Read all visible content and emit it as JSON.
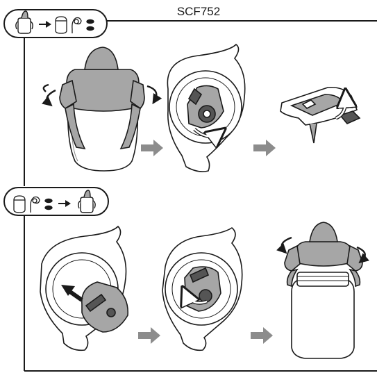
{
  "document": {
    "model_code": "SCF752",
    "sections": [
      {
        "name": "disassembly",
        "badge_icons": [
          "assembled-cup-icon",
          "arrow-right-icon",
          "disassembled-parts-icon"
        ],
        "steps": [
          "twist-off-spout",
          "unlock-valve-from-handle",
          "lift-off-valve"
        ]
      },
      {
        "name": "assembly",
        "badge_icons": [
          "disassembled-parts-icon",
          "arrow-right-icon",
          "assembled-cup-icon"
        ],
        "steps": [
          "insert-valve-into-handle",
          "lock-valve-in-handle",
          "twist-on-spout"
        ]
      }
    ]
  },
  "colors": {
    "ink": "#1a1a1a",
    "part_gray": "#a6a6a6",
    "dark_gray": "#555555",
    "arrow_gray": "#8c8c8c",
    "paper": "#ffffff"
  }
}
